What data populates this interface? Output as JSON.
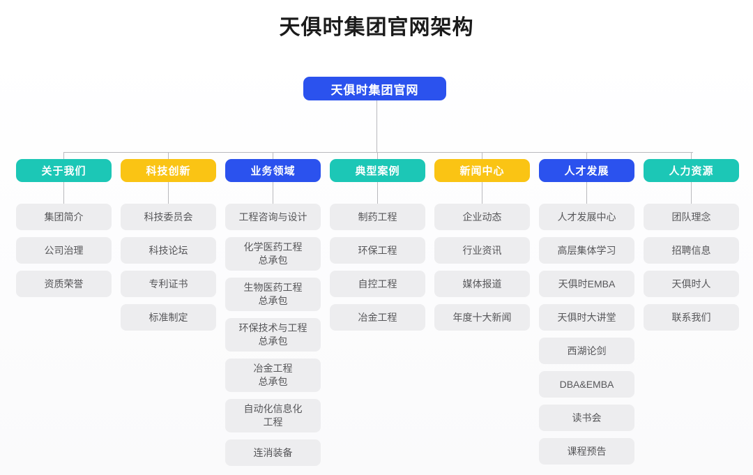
{
  "page": {
    "title": "天俱时集团官网架构",
    "background": "#ffffff"
  },
  "colors": {
    "teal": "#1CC7B6",
    "yellow": "#FAC414",
    "blue": "#2B52EE",
    "card_bg": "#EDEDEF",
    "card_text": "#565659",
    "connector": "#b9b9bd",
    "title_text": "#1b1b1b"
  },
  "root": {
    "label": "天俱时集团官网",
    "color": "#2B52EE"
  },
  "columns": [
    {
      "header": "关于我们",
      "color": "teal",
      "items": [
        "集团简介",
        "公司治理",
        "资质荣誉"
      ]
    },
    {
      "header": "科技创新",
      "color": "yellow",
      "items": [
        "科技委员会",
        "科技论坛",
        "专利证书",
        "标准制定"
      ]
    },
    {
      "header": "业务领域",
      "color": "blue",
      "items": [
        "工程咨询与设计",
        "化学医药工程\n总承包",
        "生物医药工程\n总承包",
        "环保技术与工程\n总承包",
        "冶金工程\n总承包",
        "自动化信息化\n工程",
        "连消装备"
      ]
    },
    {
      "header": "典型案例",
      "color": "teal",
      "items": [
        "制药工程",
        "环保工程",
        "自控工程",
        "冶金工程"
      ]
    },
    {
      "header": "新闻中心",
      "color": "yellow",
      "items": [
        "企业动态",
        "行业资讯",
        "媒体报道",
        "年度十大新闻"
      ]
    },
    {
      "header": "人才发展",
      "color": "blue",
      "items": [
        "人才发展中心",
        "高层集体学习",
        "天俱时EMBA",
        "天俱时大讲堂",
        "西湖论剑",
        "DBA&EMBA",
        "读书会",
        "课程预告"
      ]
    },
    {
      "header": "人力资源",
      "color": "teal",
      "items": [
        "团队理念",
        "招聘信息",
        "天俱时人",
        "联系我们"
      ]
    }
  ]
}
